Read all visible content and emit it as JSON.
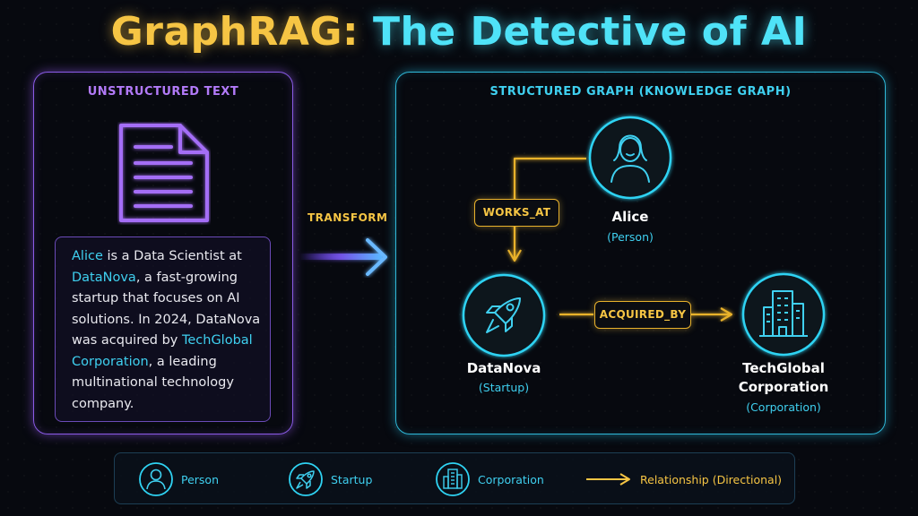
{
  "title": {
    "part1": "GraphRAG:",
    "part2": "The Detective of AI"
  },
  "left_panel": {
    "title": "UNSTRUCTURED TEXT",
    "icon": "document-icon",
    "text": {
      "entity1": "Alice",
      "seg1": " is a Data Scientist at ",
      "entity2": "DataNova",
      "seg2": ", a fast-growing startup that focuses on AI solutions. In 2024, DataNova was acquired by ",
      "entity3": "TechGlobal Corporation",
      "seg3": ", a leading multinational technology company."
    }
  },
  "transform": {
    "label": "TRANSFORM"
  },
  "right_panel": {
    "title": "STRUCTURED GRAPH (KNOWLEDGE GRAPH)",
    "nodes": [
      {
        "name": "Alice",
        "type": "(Person)",
        "icon": "person-icon"
      },
      {
        "name": "DataNova",
        "type": "(Startup)",
        "icon": "rocket-icon"
      },
      {
        "name": "TechGlobal Corporation",
        "name_line1": "TechGlobal",
        "name_line2": "Corporation",
        "type": "(Corporation)",
        "icon": "building-icon"
      }
    ],
    "edges": [
      {
        "label": "WORKS_AT",
        "from": "Alice",
        "to": "DataNova"
      },
      {
        "label": "ACQUIRED_BY",
        "from": "DataNova",
        "to": "TechGlobal Corporation"
      }
    ]
  },
  "legend": {
    "items": [
      {
        "label": "Person",
        "icon": "person-icon"
      },
      {
        "label": "Startup",
        "icon": "rocket-icon"
      },
      {
        "label": "Corporation",
        "icon": "building-icon"
      },
      {
        "label": "Relationship (Directional)",
        "icon": "arrow-icon"
      }
    ]
  },
  "colors": {
    "accent_cyan": "#3fd0f0",
    "accent_gold": "#f6c544",
    "accent_purple": "#b27af8",
    "background": "#07090f"
  }
}
